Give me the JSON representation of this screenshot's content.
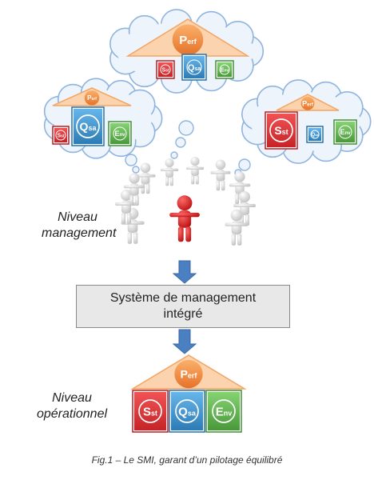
{
  "labels": {
    "management_level": [
      "Niveau",
      "management"
    ],
    "operational_level": [
      "Niveau",
      "opérationnel"
    ]
  },
  "system_box": [
    "Système de management",
    "intégré"
  ],
  "caption": "Fig.1 – Le SMI, garant d’un pilotage équilibré",
  "house": {
    "roof_main": "P",
    "roof_sub": "erf",
    "roof_sub_alt": "erf",
    "blocks": [
      {
        "main": "S",
        "sub": "st",
        "color": "#e32024",
        "border": "#c41a1e"
      },
      {
        "main": "Q",
        "sub": "sa",
        "color": "#2b8fd6",
        "border": "#2274b0"
      },
      {
        "main": "E",
        "sub": "nv",
        "color": "#59b947",
        "border": "#3f9330"
      }
    ]
  },
  "colors": {
    "roof": "#f4a460",
    "roof_label": "#f08a3a",
    "arrow": "#4a7fc1",
    "cloud_fill": "#eef4fb",
    "cloud_stroke": "#8eb4df",
    "people": "#e8e8e8",
    "leader": "#e02020"
  }
}
